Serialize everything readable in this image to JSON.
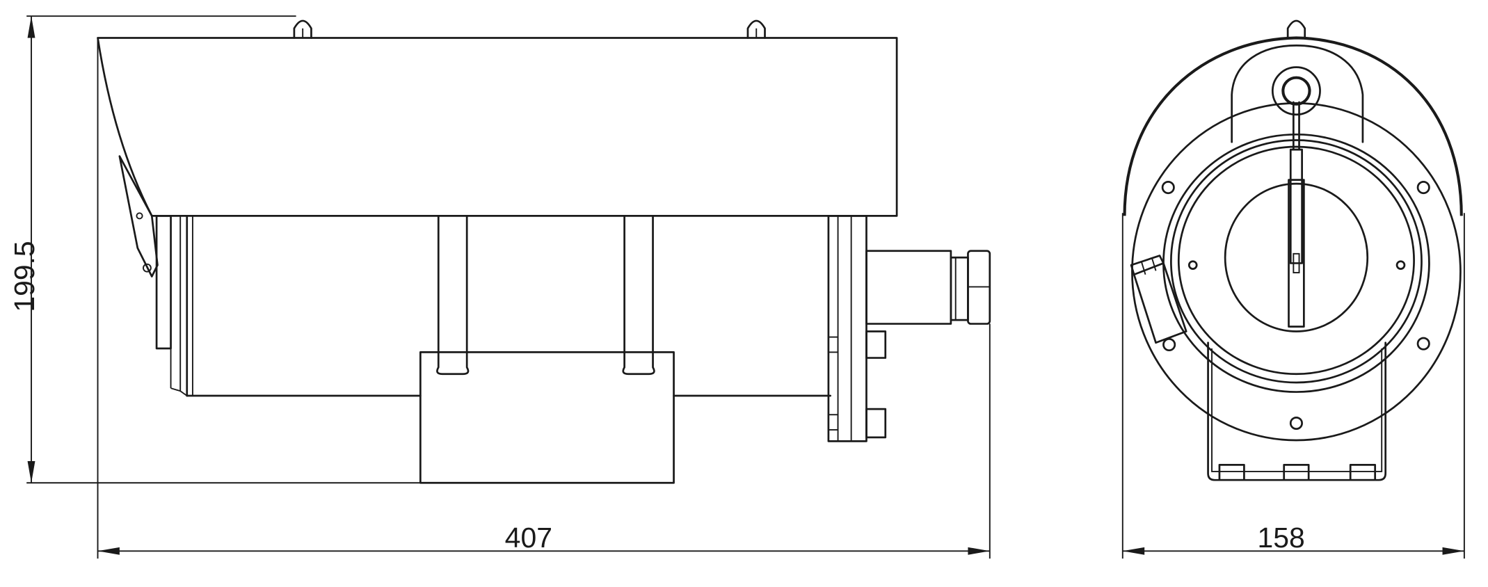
{
  "drawing": {
    "side_view": {
      "height_dimension": "199.5",
      "length_dimension": "407"
    },
    "front_view": {
      "width_dimension": "158"
    },
    "line_color": "#1a1a1a",
    "background_color": "#ffffff"
  }
}
